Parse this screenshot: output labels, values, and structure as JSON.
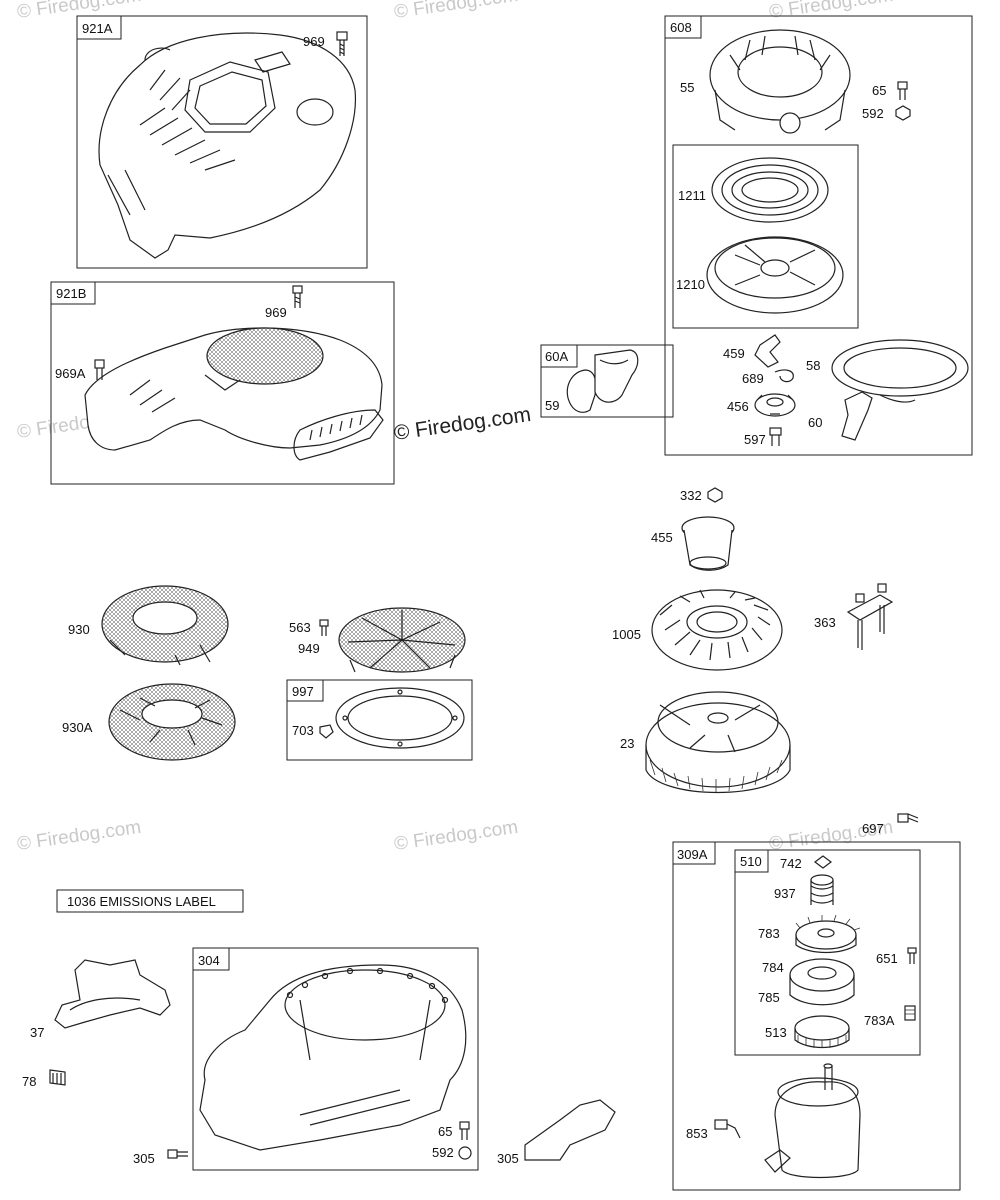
{
  "watermark": {
    "main": "© Firedog.com",
    "faded": "© Firedog.com"
  },
  "groups": {
    "g921A": "921A",
    "g921B": "921B",
    "g60A": "60A",
    "g608": "608",
    "g997": "997",
    "g304": "304",
    "g309A": "309A",
    "g510": "510"
  },
  "emissions_label": "1036 EMISSIONS LABEL",
  "labels": {
    "l969a": "969",
    "l969b": "969",
    "l969A": "969A",
    "l55": "55",
    "l65a": "65",
    "l592a": "592",
    "l1211": "1211",
    "l1210": "1210",
    "l459": "459",
    "l58": "58",
    "l689": "689",
    "l456": "456",
    "l60": "60",
    "l597": "597",
    "l59": "59",
    "l332": "332",
    "l455": "455",
    "l930": "930",
    "l563": "563",
    "l949": "949",
    "l930A": "930A",
    "l703": "703",
    "l1005": "1005",
    "l363": "363",
    "l23": "23",
    "l697": "697",
    "l742": "742",
    "l937": "937",
    "l783": "783",
    "l651": "651",
    "l784": "784",
    "l785": "785",
    "l783A": "783A",
    "l513": "513",
    "l853": "853",
    "l37": "37",
    "l78": "78",
    "l305": "305",
    "l65b": "65",
    "l592b": "592",
    "l305b": "305"
  }
}
